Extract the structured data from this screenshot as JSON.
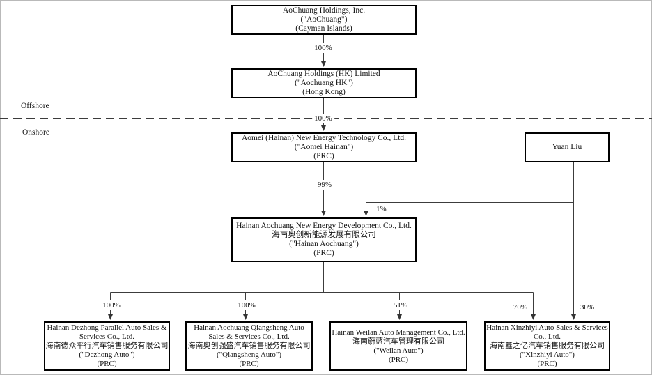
{
  "diagram": {
    "region_labels": {
      "offshore": "Offshore",
      "onshore": "Onshore"
    },
    "nodes": {
      "aochuang": {
        "lines": [
          "AoChuang Holdings, Inc.",
          "(\"AoChuang\")",
          "(Cayman Islands)"
        ]
      },
      "aochuang_hk": {
        "lines": [
          "AoChuang Holdings (HK) Limited",
          "(\"Aochuang HK\")",
          "(Hong Kong)"
        ]
      },
      "aomei": {
        "lines": [
          "Aomei (Hainan) New Energy Technology Co., Ltd.",
          "(\"Aomei Hainan\")",
          "(PRC)"
        ]
      },
      "yuan_liu": {
        "lines": [
          "Yuan Liu"
        ]
      },
      "hainan_aochuang": {
        "lines": [
          "Hainan Aochuang New Energy Development Co., Ltd.",
          "海南奥创新能源发展有限公司",
          "(\"Hainan Aochuang\")",
          "(PRC)"
        ]
      },
      "dezhong": {
        "lines": [
          "Hainan Dezhong Parallel Auto Sales &",
          "Services Co., Ltd.",
          "海南德众平行汽车销售服务有限公司",
          "(\"Dezhong Auto\")",
          "(PRC)"
        ]
      },
      "qiangsheng": {
        "lines": [
          "Hainan Aochuang Qiangsheng Auto",
          "Sales & Services Co., Ltd.",
          "海南奥创强盛汽车销售服务有限公司",
          "(\"Qiangsheng Auto\")",
          "(PRC)"
        ]
      },
      "weilan": {
        "lines": [
          "Hainan Weilan Auto Management Co., Ltd.",
          "海南蔚蓝汽车管理有限公司",
          "(\"Weilan Auto\")",
          "(PRC)"
        ]
      },
      "xinzhiyi": {
        "lines": [
          "Hainan Xinzhiyi Auto Sales & Services",
          "Co., Ltd.",
          "海南鑫之亿汽车销售服务有限公司",
          "(\"Xinzhiyi Auto\")",
          "(PRC)"
        ]
      }
    },
    "ownership_labels": {
      "aochuang_to_hk": "100%",
      "hk_to_aomei": "100%",
      "aomei_to_hainan": "99%",
      "yuanliu_to_hainan": "1%",
      "hainan_to_dezhong": "100%",
      "hainan_to_qiangsheng": "100%",
      "hainan_to_weilan": "51%",
      "hainan_to_xinzhiyi": "70%",
      "yuanliu_to_xinzhiyi": "30%"
    },
    "colors": {
      "line": "#3c3c3c",
      "box_border": "#000000",
      "text": "#141414",
      "background": "#ffffff"
    }
  }
}
